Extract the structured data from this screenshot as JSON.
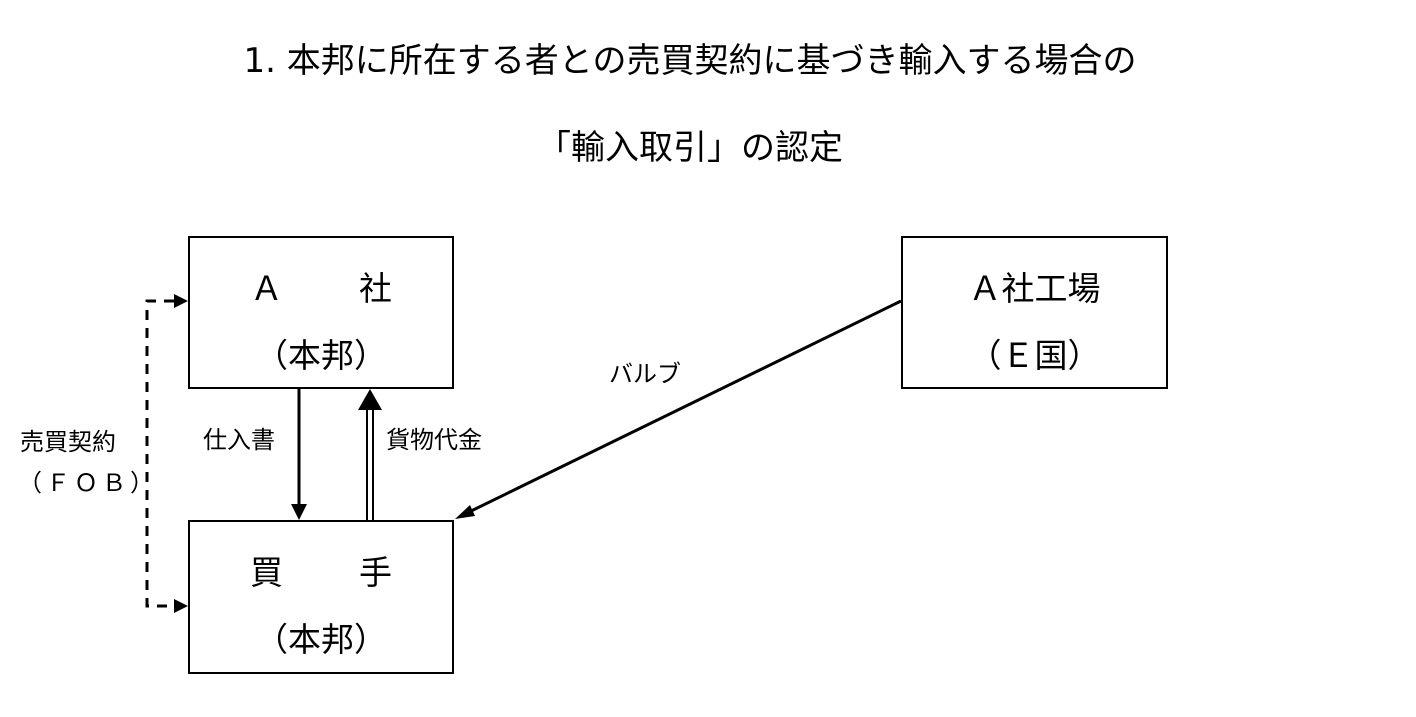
{
  "title": {
    "line1": "1. 本邦に所在する者との売買契約に基づき輸入する場合の",
    "line2": "「輸入取引」の認定"
  },
  "boxes": {
    "company_a": {
      "name_first": "Ａ",
      "name_second": "社",
      "location": "（本邦）"
    },
    "buyer": {
      "name_first": "買",
      "name_second": "手",
      "location": "（本邦）"
    },
    "factory": {
      "name": "Ａ社工場",
      "location": "（Ｅ国）"
    }
  },
  "labels": {
    "contract_line1": "売買契約",
    "contract_line2": "（ＦＯＢ）",
    "invoice": "仕入書",
    "payment": "貨物代金",
    "goods": "バルブ"
  },
  "colors": {
    "line": "#000000",
    "background": "#ffffff"
  }
}
